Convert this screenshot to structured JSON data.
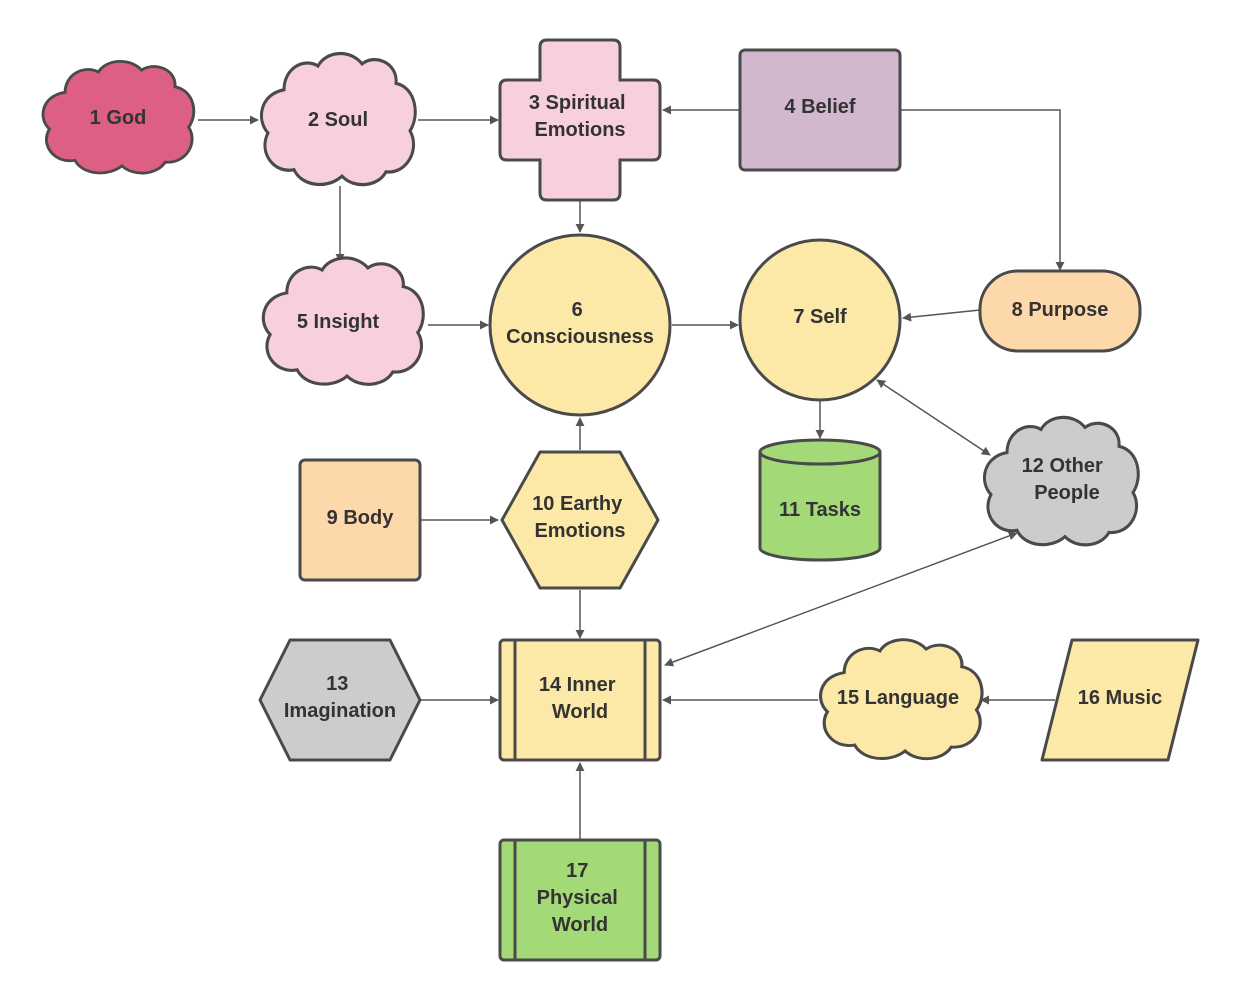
{
  "colors": {
    "god": "#dd5f84",
    "pink_light": "#f8d0dd",
    "belief": "#d2b8cf",
    "yellow": "#fde9a7",
    "orange": "#fdd8aa",
    "green": "#a3d977",
    "gray": "#cccccc",
    "stroke": "#4a4a4a",
    "edge": "#555555"
  },
  "nodes": {
    "god": {
      "lines": [
        "1 God"
      ]
    },
    "soul": {
      "lines": [
        "2 Soul"
      ]
    },
    "spiritual_emotions": {
      "lines": [
        "3 Spiritual",
        "Emotions"
      ]
    },
    "belief": {
      "lines": [
        "4 Belief"
      ]
    },
    "insight": {
      "lines": [
        "5 Insight"
      ]
    },
    "consciousness": {
      "lines": [
        "6",
        "Consciousness"
      ]
    },
    "self": {
      "lines": [
        "7 Self"
      ]
    },
    "purpose": {
      "lines": [
        "8 Purpose"
      ]
    },
    "body": {
      "lines": [
        "9 Body"
      ]
    },
    "earthy_emotions": {
      "lines": [
        "10 Earthy",
        "Emotions"
      ]
    },
    "tasks": {
      "lines": [
        "11 Tasks"
      ]
    },
    "other_people": {
      "lines": [
        "12 Other",
        "People"
      ]
    },
    "imagination": {
      "lines": [
        "13",
        "Imagination"
      ]
    },
    "inner_world": {
      "lines": [
        "14 Inner",
        "World"
      ]
    },
    "language": {
      "lines": [
        "15 Language"
      ]
    },
    "music": {
      "lines": [
        "16 Music"
      ]
    },
    "physical_world": {
      "lines": [
        "17",
        "Physical",
        "World"
      ]
    }
  },
  "edges": [
    {
      "from": "god",
      "to": "soul"
    },
    {
      "from": "soul",
      "to": "spiritual_emotions"
    },
    {
      "from": "belief",
      "to": "spiritual_emotions"
    },
    {
      "from": "belief",
      "to": "purpose"
    },
    {
      "from": "soul",
      "to": "insight"
    },
    {
      "from": "spiritual_emotions",
      "to": "consciousness"
    },
    {
      "from": "insight",
      "to": "consciousness"
    },
    {
      "from": "consciousness",
      "to": "self"
    },
    {
      "from": "purpose",
      "to": "self"
    },
    {
      "from": "self",
      "to": "tasks"
    },
    {
      "from": "self",
      "to": "other_people",
      "bidirectional": true
    },
    {
      "from": "body",
      "to": "earthy_emotions"
    },
    {
      "from": "earthy_emotions",
      "to": "consciousness"
    },
    {
      "from": "earthy_emotions",
      "to": "inner_world"
    },
    {
      "from": "other_people",
      "to": "inner_world",
      "bidirectional": true
    },
    {
      "from": "imagination",
      "to": "inner_world"
    },
    {
      "from": "language",
      "to": "inner_world"
    },
    {
      "from": "music",
      "to": "language"
    },
    {
      "from": "physical_world",
      "to": "inner_world"
    }
  ]
}
